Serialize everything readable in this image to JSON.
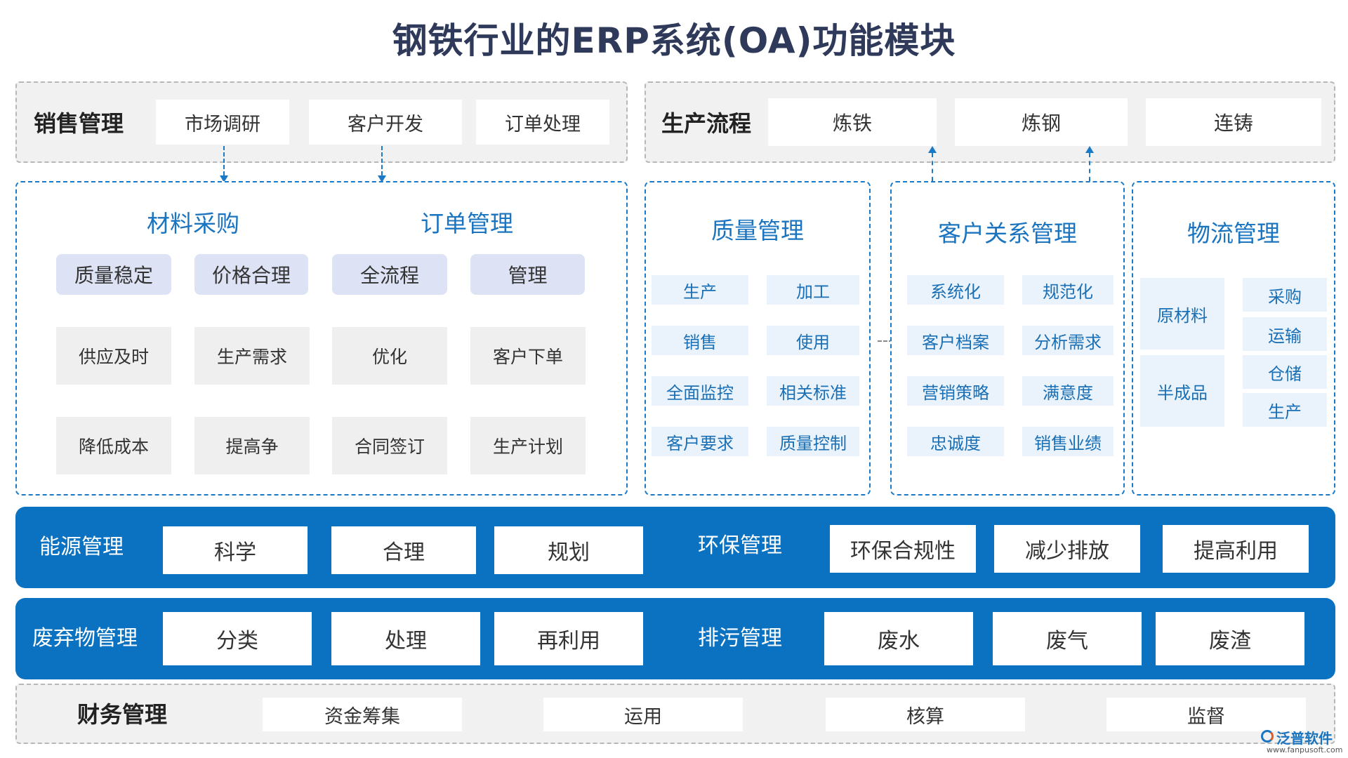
{
  "title": "钢铁行业的ERP系统(OA)功能模块",
  "sales": {
    "label": "销售管理",
    "items": [
      "市场调研",
      "客户开发",
      "订单处理"
    ]
  },
  "production": {
    "label": "生产流程",
    "items": [
      "炼铁",
      "炼钢",
      "连铸"
    ]
  },
  "procurement": {
    "title_material": "材料采购",
    "title_order": "订单管理",
    "row1": [
      "质量稳定",
      "价格合理",
      "全流程",
      "管理"
    ],
    "row2": [
      "供应及时",
      "生产需求",
      "优化",
      "客户下单"
    ],
    "row3": [
      "降低成本",
      "提高争",
      "合同签订",
      "生产计划"
    ]
  },
  "quality": {
    "title": "质量管理",
    "items": [
      "生产",
      "加工",
      "销售",
      "使用",
      "全面监控",
      "相关标准",
      "客户要求",
      "质量控制"
    ]
  },
  "crm": {
    "title": "客户关系管理",
    "items": [
      "系统化",
      "规范化",
      "客户档案",
      "分析需求",
      "营销策略",
      "满意度",
      "忠诚度",
      "销售业绩"
    ]
  },
  "logistics": {
    "title": "物流管理",
    "left": [
      "原材料",
      "半成品"
    ],
    "right": [
      "采购",
      "运输",
      "仓储",
      "生产"
    ]
  },
  "energy": {
    "label": "能源管理",
    "items": [
      "科学",
      "合理",
      "规划"
    ]
  },
  "environment": {
    "label": "环保管理",
    "items": [
      "环保合规性",
      "减少排放",
      "提高利用"
    ]
  },
  "waste": {
    "label": "废弃物管理",
    "items": [
      "分类",
      "处理",
      "再利用"
    ]
  },
  "pollution": {
    "label": "排污管理",
    "items": [
      "废水",
      "废气",
      "废渣"
    ]
  },
  "finance": {
    "label": "财务管理",
    "items": [
      "资金筹集",
      "运用",
      "核算",
      "监督"
    ]
  },
  "watermark": {
    "text": "泛普软件",
    "url": "www.fanpusoft.com"
  },
  "colors": {
    "accent": "#0a72c0",
    "dash": "#1a7ac7",
    "heading": "#1a74bf"
  }
}
